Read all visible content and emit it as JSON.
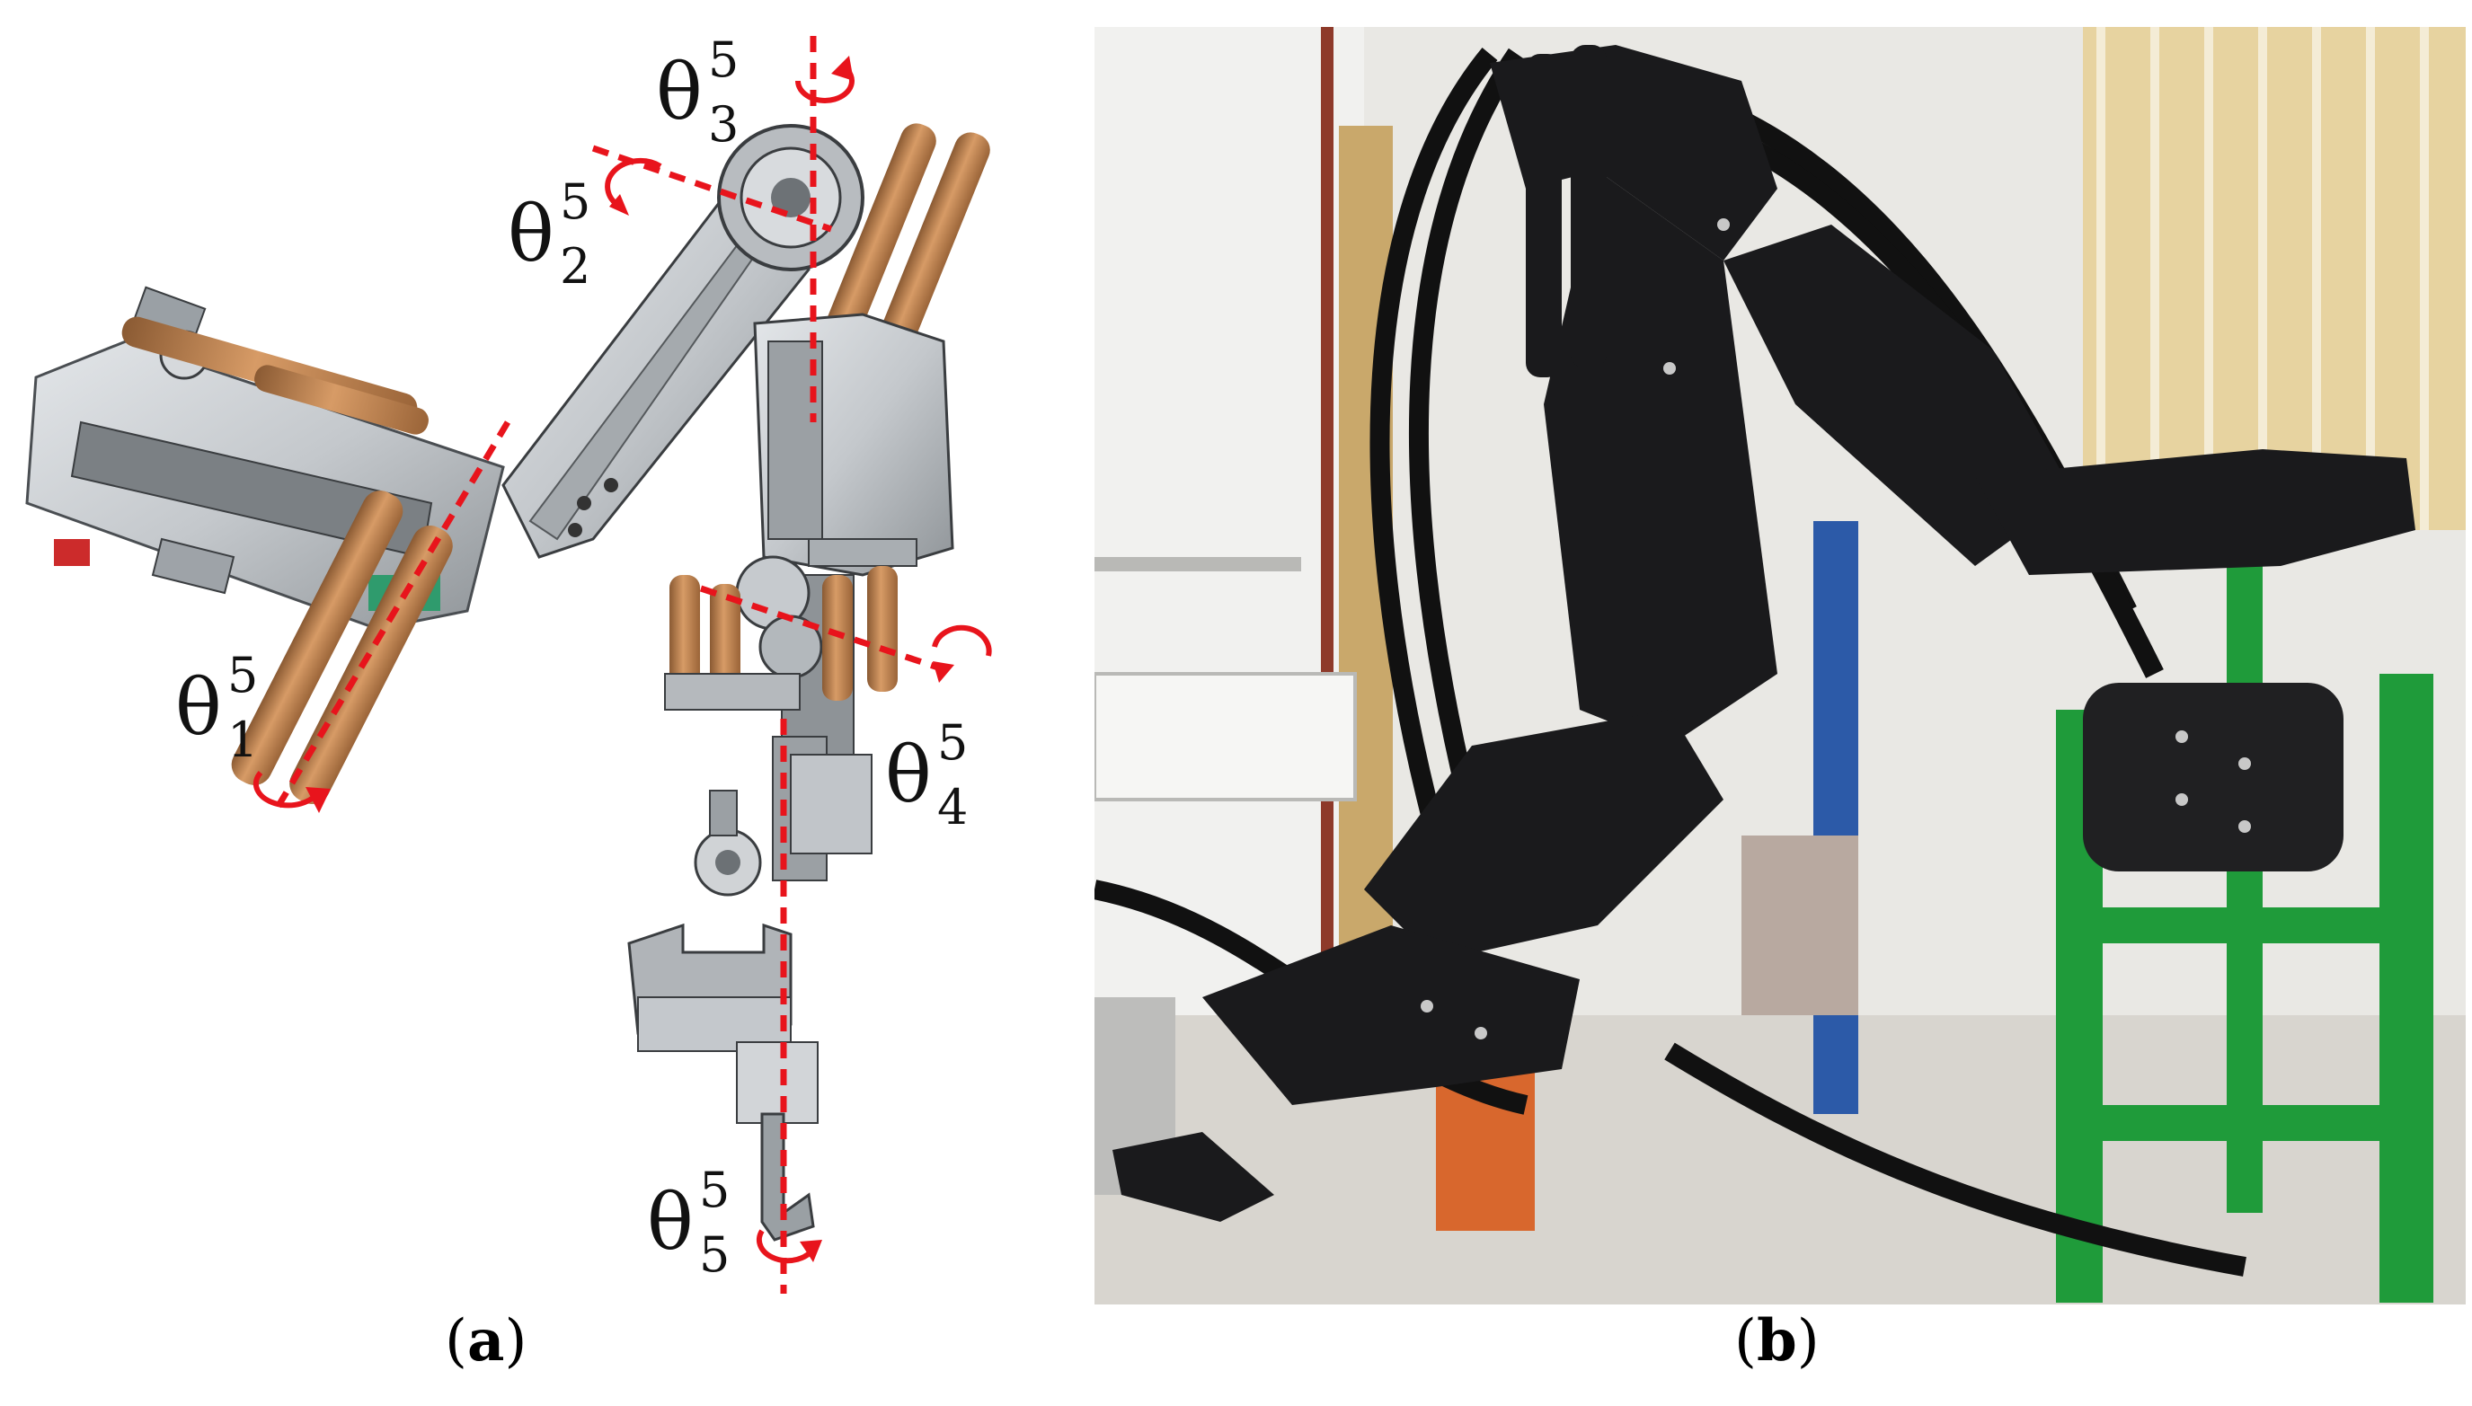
{
  "figure": {
    "panel_a": {
      "caption_letter": "a",
      "angle_labels": [
        {
          "symbol": "θ",
          "superscript": "5",
          "subscript": "3"
        },
        {
          "symbol": "θ",
          "superscript": "5",
          "subscript": "2"
        },
        {
          "symbol": "θ",
          "superscript": "5",
          "subscript": "1"
        },
        {
          "symbol": "θ",
          "superscript": "5",
          "subscript": "4"
        },
        {
          "symbol": "θ",
          "superscript": "5",
          "subscript": "5"
        }
      ]
    },
    "panel_b": {
      "caption_letter": "b"
    }
  },
  "colors": {
    "axis_red": "#e8141c",
    "metal_gray": "#c9cdd1",
    "bronze": "#c98a55",
    "robot_black": "#1a1a1c",
    "frame_green": "#1f9b3a",
    "wall": "#ececea"
  },
  "icons": [
    "rotation-arrow-icon"
  ]
}
